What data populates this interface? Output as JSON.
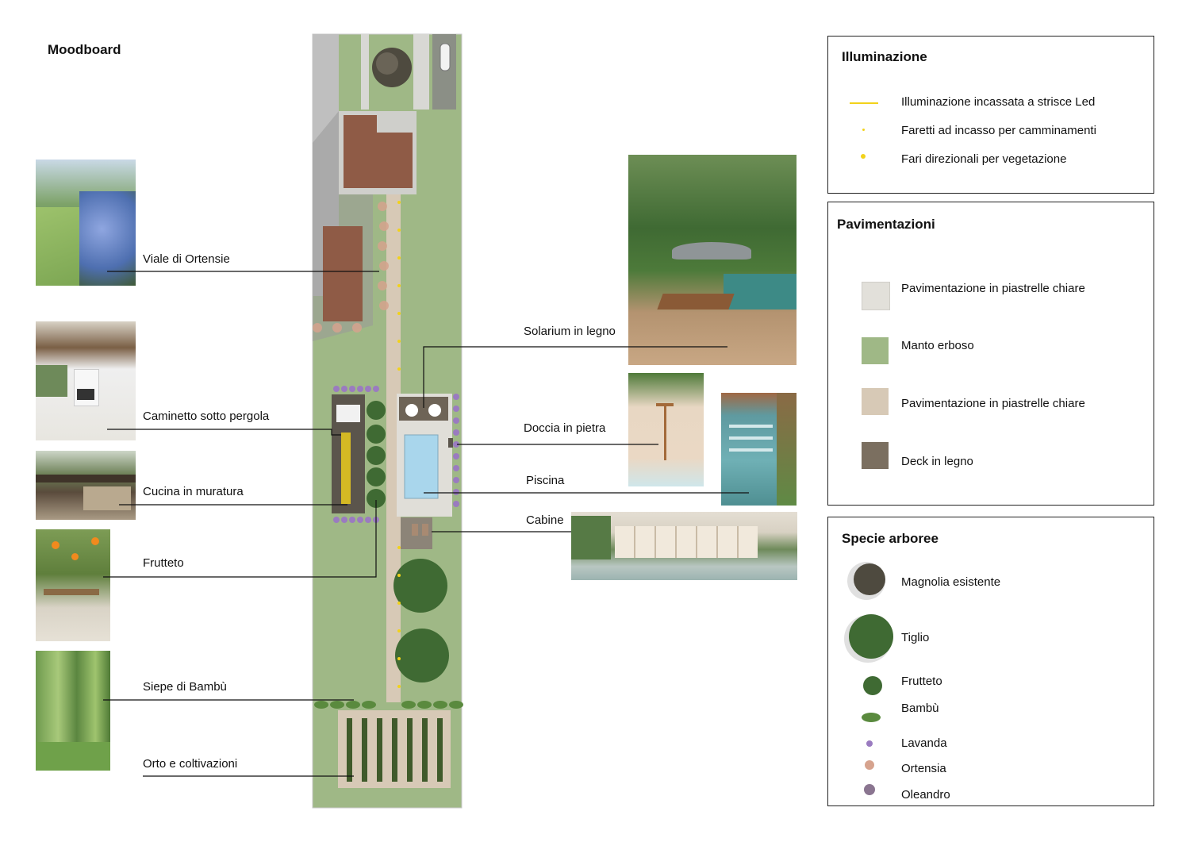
{
  "moodboard": {
    "title": "Moodboard"
  },
  "callouts": [
    {
      "id": "ortensie",
      "label": "Viale di Ortensie"
    },
    {
      "id": "caminetto",
      "label": "Caminetto sotto pergola"
    },
    {
      "id": "cucina",
      "label": "Cucina in muratura"
    },
    {
      "id": "frutteto",
      "label": "Frutteto"
    },
    {
      "id": "bambu",
      "label": "Siepe di Bambù"
    },
    {
      "id": "orto",
      "label": "Orto e coltivazioni"
    },
    {
      "id": "solarium",
      "label": "Solarium in legno"
    },
    {
      "id": "doccia",
      "label": "Doccia in pietra"
    },
    {
      "id": "piscina",
      "label": "Piscina"
    },
    {
      "id": "cabine",
      "label": "Cabine"
    }
  ],
  "illuminazione": {
    "title": "Illuminazione",
    "items": [
      {
        "label": "Illuminazione incassata a strisce Led",
        "symbol": "line",
        "color": "#f2d21a"
      },
      {
        "label": "Faretti ad incasso per camminamenti",
        "symbol": "small-dot",
        "color": "#f2d21a"
      },
      {
        "label": "Fari direzionali per vegetazione",
        "symbol": "dot",
        "color": "#f2d21a"
      }
    ]
  },
  "pavimentazioni": {
    "title": "Pavimentazioni",
    "items": [
      {
        "label": "Pavimentazione in piastrelle chiare",
        "color": "#e2e0da"
      },
      {
        "label": "Manto erboso",
        "color": "#9fb886"
      },
      {
        "label": "Pavimentazione in piastrelle chiare",
        "color": "#d7c9b6"
      },
      {
        "label": "Deck in legno",
        "color": "#7b6f60"
      }
    ]
  },
  "specie": {
    "title": "Specie arboree",
    "items": [
      {
        "label": "Magnolia esistente",
        "icon": "magnolia-icon"
      },
      {
        "label": "Tiglio",
        "icon": "tiglio-icon"
      },
      {
        "label": "Frutteto",
        "icon": "frutteto-icon"
      },
      {
        "label": "Bambù",
        "icon": "bambu-icon"
      },
      {
        "label": "Lavanda",
        "icon": "lavanda-icon"
      },
      {
        "label": "Ortensia",
        "icon": "ortensia-icon"
      },
      {
        "label": "Oleandro",
        "icon": "oleandro-icon"
      }
    ]
  },
  "colors": {
    "grass": "#9fb886",
    "path": "#d7c9b6",
    "roof": "#8f5b46",
    "deck": "#6e6457",
    "water": "#a9d6ec",
    "led": "#f2d21a",
    "tree": "#3f6a33",
    "lavender": "#9a7bc0"
  }
}
